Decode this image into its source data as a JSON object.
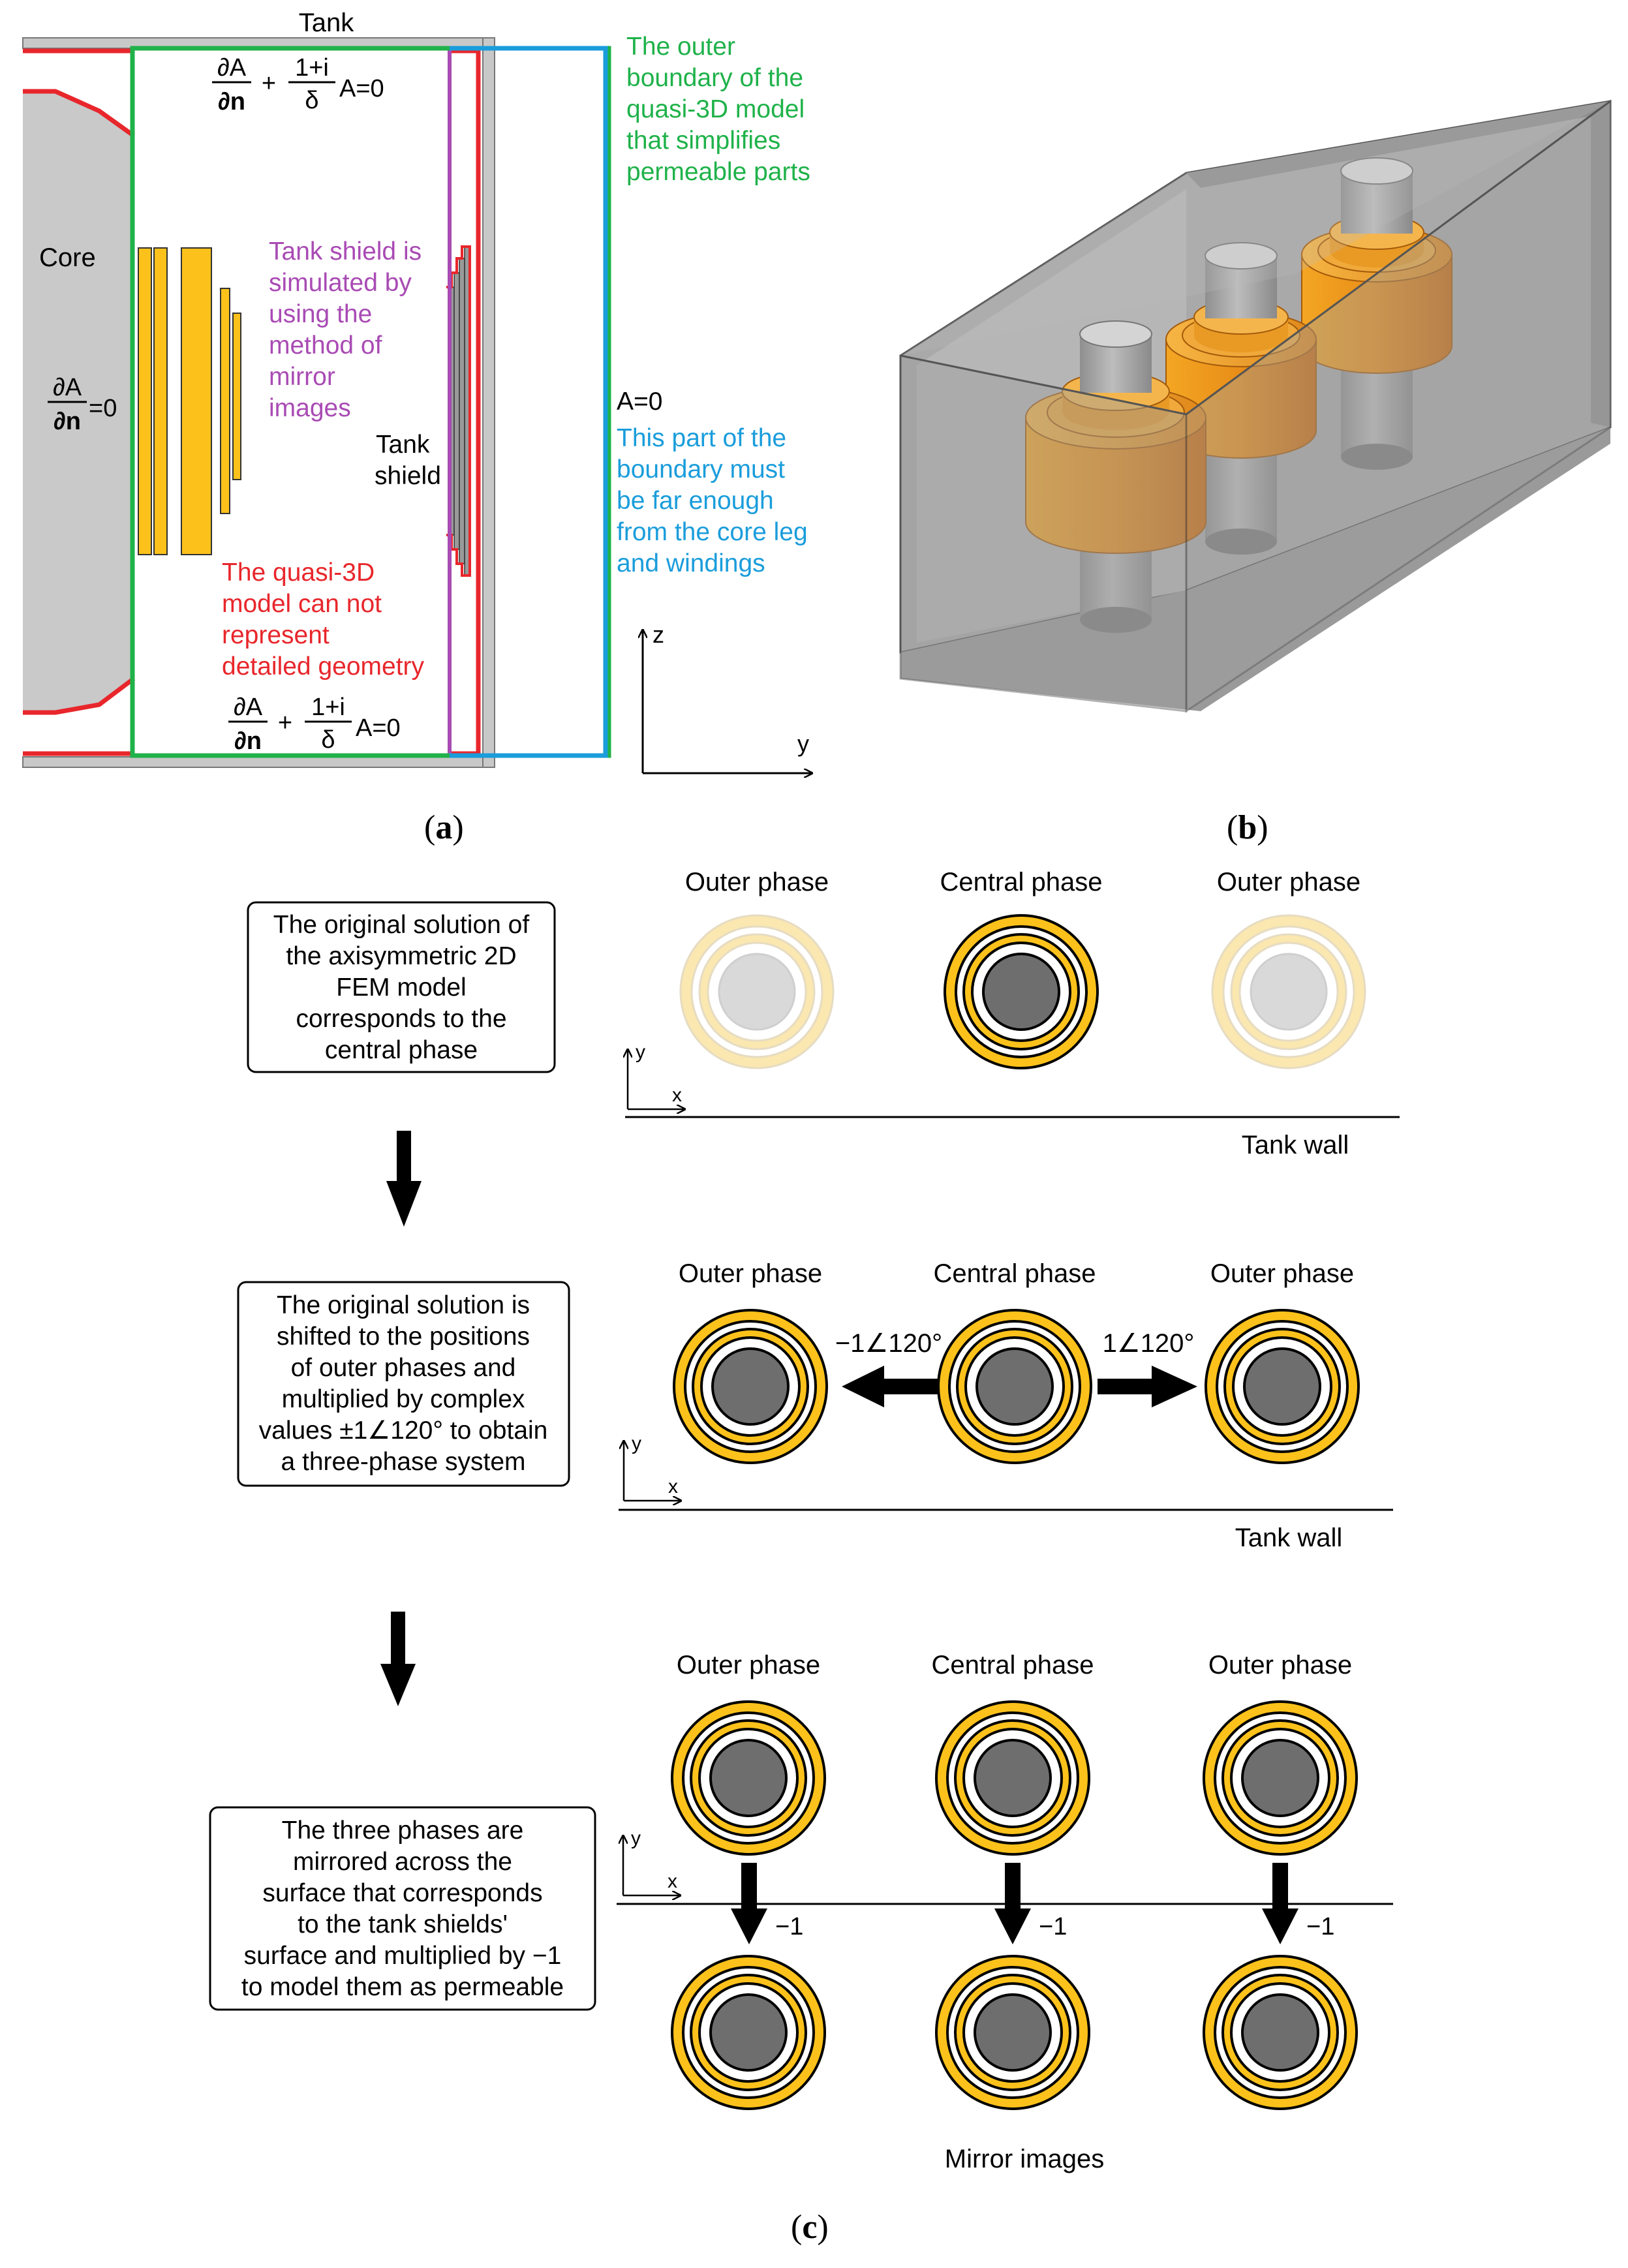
{
  "colors": {
    "red": "#e8262b",
    "green": "#1fb24a",
    "blue": "#1a9ddb",
    "purple": "#a94bb4",
    "winding": "#fcc21b",
    "core": "#c9c9c9",
    "dark_core": "#6e6e6e",
    "light_core": "#d9d9d9",
    "faded_ring": "#fbe7b0"
  },
  "panel_a": {
    "tank": "Tank",
    "core": "Core",
    "eq_top": {
      "d_a": "∂A",
      "d_n": "∂n",
      "plus": "+",
      "num": "1+i",
      "den": "δ",
      "tail": "A=0"
    },
    "eq_bottom": {
      "d_a": "∂A",
      "d_n": "∂n",
      "plus": "+",
      "num": "1+i",
      "den": "δ",
      "tail": "A=0"
    },
    "eq_core": {
      "d_a": "∂A",
      "d_n": "∂n",
      "tail": "=0"
    },
    "green_note": [
      "The outer",
      "boundary of the",
      "quasi-3D model",
      "that simplifies",
      "permeable parts"
    ],
    "purple_note": [
      "Tank shield is",
      "simulated by",
      "using the",
      "method of",
      "mirror",
      "images"
    ],
    "tank_shield": [
      "Tank",
      "shield"
    ],
    "red_note": [
      "The quasi-3D",
      "model can not",
      "represent",
      "detailed geometry"
    ],
    "a_zero": "A=0",
    "blue_note": [
      "This part of the",
      "boundary must",
      "be far enough",
      "from the core leg",
      "and windings"
    ],
    "axis_z": "z",
    "axis_y": "y",
    "label": "a"
  },
  "panel_b": {
    "label": "b"
  },
  "panel_c": {
    "label": "c",
    "step1": {
      "box": [
        "The original solution of",
        "the axisymmetric 2D",
        "FEM model",
        "corresponds to the",
        "central phase"
      ],
      "phases": [
        "Outer phase",
        "Central phase",
        "Outer phase"
      ],
      "wall": "Tank wall",
      "axis_x": "x",
      "axis_y": "y"
    },
    "step2": {
      "box": [
        "The original solution is",
        "shifted to the positions",
        "of outer phases and",
        "multiplied by complex",
        "values ±1∠120° to obtain",
        "a three-phase system"
      ],
      "phases": [
        "Outer phase",
        "Central phase",
        "Outer phase"
      ],
      "left_factor": "−1∠120°",
      "right_factor": "1∠120°",
      "wall": "Tank wall",
      "axis_x": "x",
      "axis_y": "y"
    },
    "step3": {
      "box": [
        "The three phases are",
        "mirrored across the",
        "surface that corresponds",
        "to the tank shields'",
        "surface and multiplied by −1",
        "to model them as permeable"
      ],
      "phases": [
        "Outer phase",
        "Central phase",
        "Outer phase"
      ],
      "factors": [
        "−1",
        "−1",
        "−1"
      ],
      "mirror": "Mirror images",
      "axis_x": "x",
      "axis_y": "y"
    }
  }
}
